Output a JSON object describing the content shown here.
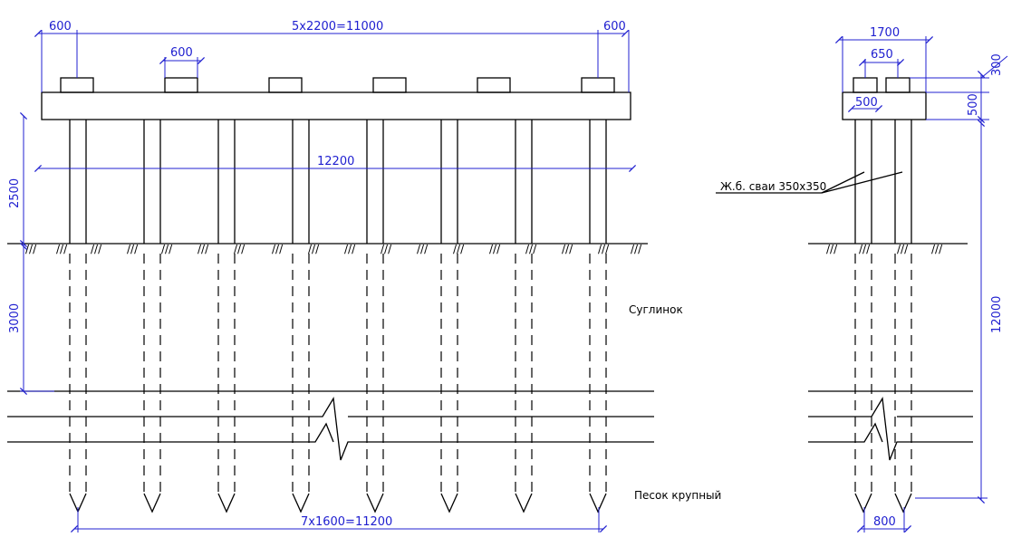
{
  "colors": {
    "dimension": "#2020d0",
    "line": "#000000",
    "background": "#ffffff"
  },
  "front_view": {
    "dim_top_left": "600",
    "dim_top_total": "5x2200=11000",
    "dim_top_right": "600",
    "dim_pedestal": "600",
    "dim_beam_length": "12200",
    "dim_height_above": "2500",
    "dim_soil_layer": "3000",
    "dim_pile_spacing": "7x1600=11200"
  },
  "side_view": {
    "dim_width": "1700",
    "dim_pedestal_pair": "650",
    "dim_pedestal_height": "300",
    "dim_pedestal_width": "500",
    "dim_beam_height": "500",
    "dim_pile_length": "12000",
    "dim_pile_spacing": "800"
  },
  "labels": {
    "piles": "Ж.б. сваи 350x350",
    "soil_upper": "Суглинок",
    "soil_lower": "Песок крупный"
  },
  "hatch_mark": "///"
}
